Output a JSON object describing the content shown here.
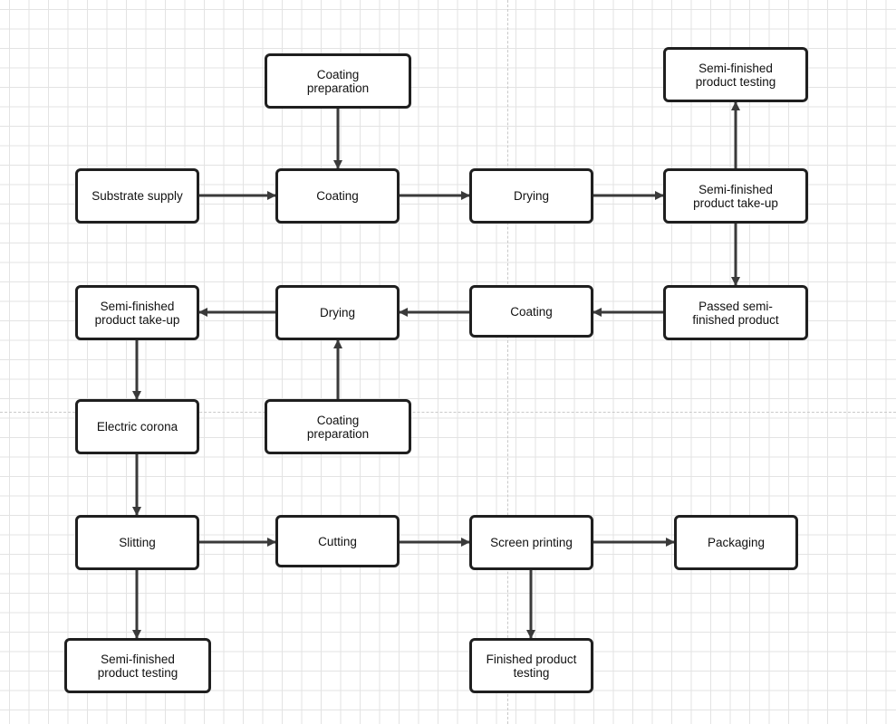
{
  "diagram": {
    "nodes": {
      "coating_prep_top": "Coating\npreparation",
      "substrate_supply": "Substrate supply",
      "coating_top": "Coating",
      "drying_top": "Drying",
      "semi_takeup_right": "Semi-finished\nproduct take-up",
      "semi_testing_top": "Semi-finished\nproduct testing",
      "passed_semi": "Passed semi-\nfinished product",
      "coating_mid": "Coating",
      "drying_mid": "Drying",
      "semi_takeup_left": "Semi-finished\nproduct take-up",
      "coating_prep_mid": "Coating\npreparation",
      "electric_corona": "Electric corona",
      "slitting": "Slitting",
      "cutting": "Cutting",
      "screen_printing": "Screen printing",
      "packaging": "Packaging",
      "semi_testing_bottom": "Semi-finished\nproduct testing",
      "finished_testing": "Finished product\ntesting"
    },
    "edges": [
      {
        "from": "coating_prep_top",
        "to": "coating_top"
      },
      {
        "from": "substrate_supply",
        "to": "coating_top"
      },
      {
        "from": "coating_top",
        "to": "drying_top"
      },
      {
        "from": "drying_top",
        "to": "semi_takeup_right"
      },
      {
        "from": "semi_takeup_right",
        "to": "semi_testing_top"
      },
      {
        "from": "semi_takeup_right",
        "to": "passed_semi"
      },
      {
        "from": "passed_semi",
        "to": "coating_mid"
      },
      {
        "from": "coating_mid",
        "to": "drying_mid"
      },
      {
        "from": "coating_prep_mid",
        "to": "drying_mid"
      },
      {
        "from": "drying_mid",
        "to": "semi_takeup_left"
      },
      {
        "from": "semi_takeup_left",
        "to": "electric_corona"
      },
      {
        "from": "electric_corona",
        "to": "slitting"
      },
      {
        "from": "slitting",
        "to": "cutting"
      },
      {
        "from": "slitting",
        "to": "semi_testing_bottom"
      },
      {
        "from": "cutting",
        "to": "screen_printing"
      },
      {
        "from": "screen_printing",
        "to": "packaging"
      },
      {
        "from": "screen_printing",
        "to": "finished_testing"
      }
    ],
    "colors": {
      "stroke": "#1f1f1f",
      "arrow": "#3a3a3a",
      "grid": "#e3e3e3",
      "background": "#ffffff"
    }
  }
}
